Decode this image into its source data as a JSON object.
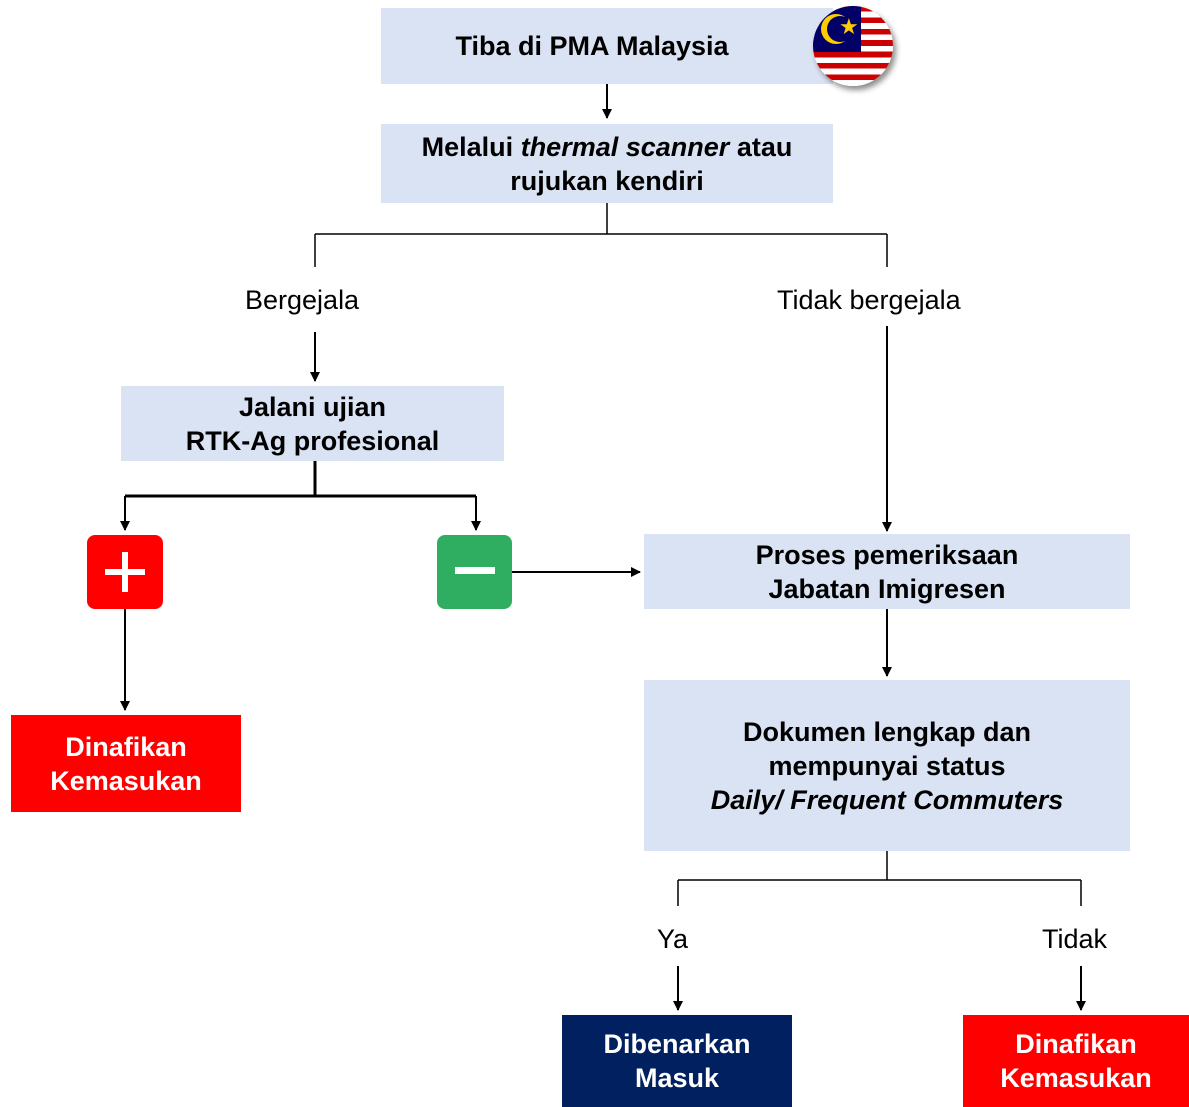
{
  "nodes": {
    "arrive": "Tiba di PMA Malaysia",
    "scan": {
      "line1_prefix": "Melalui",
      "line1_italic": "thermal scanner",
      "line1_suffix": "atau",
      "line2": "rujukan kendiri"
    },
    "test": {
      "line1": "Jalani ujian",
      "line2": "RTK-Ag profesional"
    },
    "denied_left": {
      "line1": "Dinafikan",
      "line2": "Kemasukan"
    },
    "immigration": {
      "line1": "Proses pemeriksaan",
      "line2": "Jabatan Imigresen"
    },
    "documents": {
      "line1": "Dokumen lengkap dan",
      "line2": "mempunyai status",
      "line3": "Daily/ Frequent Commuters"
    },
    "allowed": {
      "line1": "Dibenarkan",
      "line2": "Masuk"
    },
    "denied_right": {
      "line1": "Dinafikan",
      "line2": "Kemasukan"
    }
  },
  "branch_labels": {
    "symptomatic": "Bergejala",
    "asymptomatic": "Tidak bergejala",
    "yes": "Ya",
    "no": "Tidak"
  },
  "results": {
    "positive": "+",
    "negative": "−"
  },
  "icons": {
    "flag": "malaysia-flag-icon"
  },
  "colors": {
    "box_fill": "#dae3f3",
    "denied": "#ff0000",
    "allowed": "#002060",
    "positive": "#ff0000",
    "negative": "#2fae61"
  }
}
